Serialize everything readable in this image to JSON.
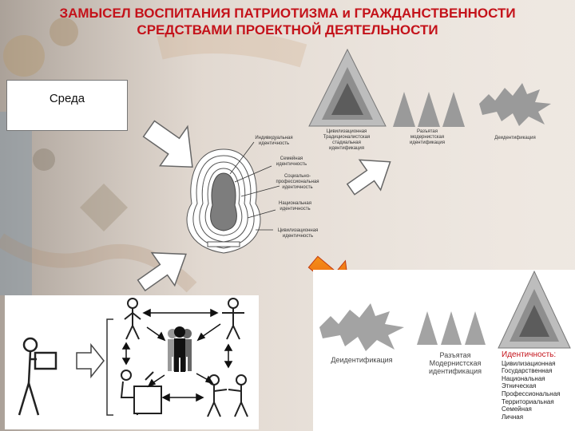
{
  "title": {
    "line1": "ЗАМЫСЕЛ ВОСПИТАНИЯ ПАТРИОТИЗМА и ГРАЖДАНСТВЕННОСТИ",
    "line2": "СРЕДСТВАМИ ПРОЕКТНОЙ ДЕЯТЕЛЬНОСТИ"
  },
  "sreda_label": "Среда",
  "colors": {
    "title": "#c4121a",
    "triangle_outer": "#b0b0b0",
    "triangle_mid": "#8e8e8e",
    "triangle_inner": "#5c5c5c",
    "figure_gray": "#7d7d7d",
    "arrow_red": "#e8400c",
    "arrow_orange": "#f7a21b"
  },
  "small_diagram": {
    "labels": {
      "individual": "Индивидуальная идентичность",
      "family": "Семейная идентичность",
      "social": "Социально-профессиональная идентичность",
      "national": "Национальная идентичность",
      "civil": "Цивилизационная идентичность"
    },
    "top_labels": {
      "civilizational": "Цивилизационная Традиционалистская стадиальная идентификация",
      "diverse": "Разъятая модернистская идентификация",
      "deidentification": "Деидентификация"
    }
  },
  "big_diagram": {
    "deidentification": "Деидентификация",
    "diverse": "Разъятая Модернистская идентификация",
    "identity_heading": "Идентичность:",
    "identity_list": [
      "Цивилизационная",
      "Государственная",
      "Национальная",
      "Этническая",
      "Профессиональная",
      "Территориальная",
      "Семейная",
      "Личная"
    ]
  },
  "icons": [
    "white-arrow-icon",
    "red-orange-arrow-icon",
    "person-icon",
    "group-icon",
    "computer-user-icon",
    "handshake-icon"
  ]
}
